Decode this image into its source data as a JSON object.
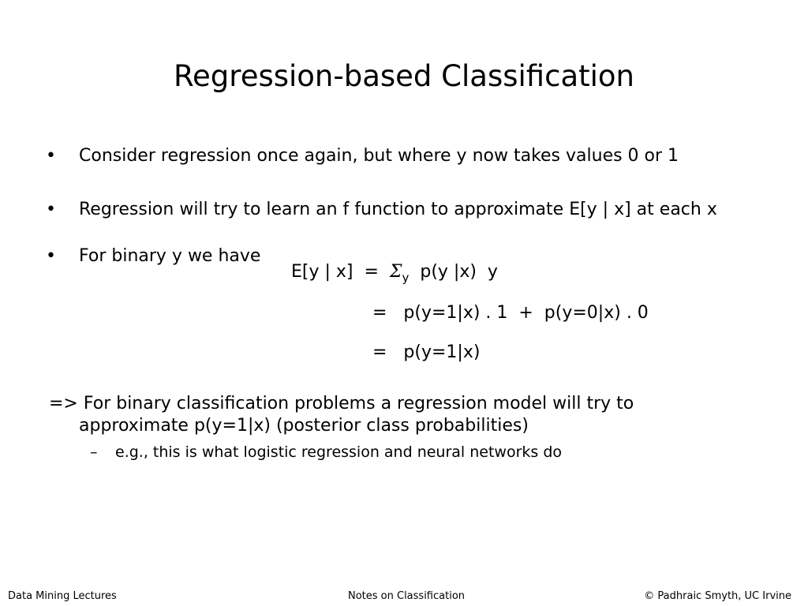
{
  "slide": {
    "title": "Regression-based Classification",
    "bullets": [
      "Consider regression once again, but where y now takes values 0 or 1",
      "Regression will try to learn an f function to approximate E[y | x] at each x",
      "For binary y we have"
    ],
    "bullet_symbol": "•",
    "equation": {
      "line1_lhs": "E[y | x]  =  ",
      "line1_sigma": "Σ",
      "line1_sub": "y",
      "line1_rest": "  p(y |x)  y",
      "line2": "=   p(y=1|x) . 1  +  p(y=0|x) . 0",
      "line3": "=   p(y=1|x)"
    },
    "conclusion": {
      "line1": "=> For binary classification problems a regression model will try to",
      "line2": "approximate p(y=1|x) (posterior class probabilities)"
    },
    "subbullet": {
      "dash": "–",
      "text": "e.g., this is what logistic regression and neural networks do"
    }
  },
  "footer": {
    "left": "Data Mining Lectures",
    "center": "Notes on Classification",
    "right": "© Padhraic Smyth, UC Irvine"
  }
}
